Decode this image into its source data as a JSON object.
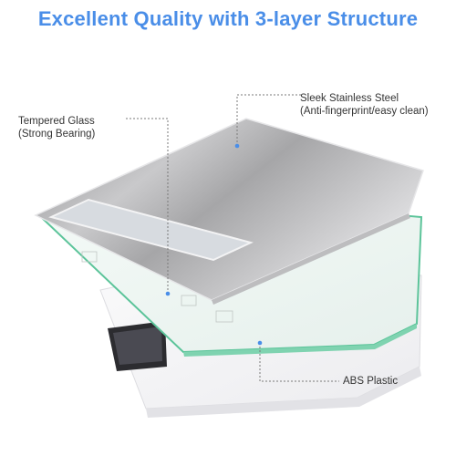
{
  "headline": "Excellent Quality with 3-layer Structure",
  "callouts": {
    "steel": {
      "line1": "Sleek Stainless Steel",
      "line2": "(Anti-fingerprint/easy clean)"
    },
    "glass": {
      "line1": "Tempered Glass",
      "line2": "(Strong Bearing)"
    },
    "abs": {
      "line1": "ABS Plastic"
    }
  },
  "colors": {
    "headline": "#4a8ee8",
    "leader_line": "#7a7a7a",
    "marker_dot": "#4a8ee8",
    "glass_edge": "#5cc49a",
    "base": "#f4f4f6"
  }
}
